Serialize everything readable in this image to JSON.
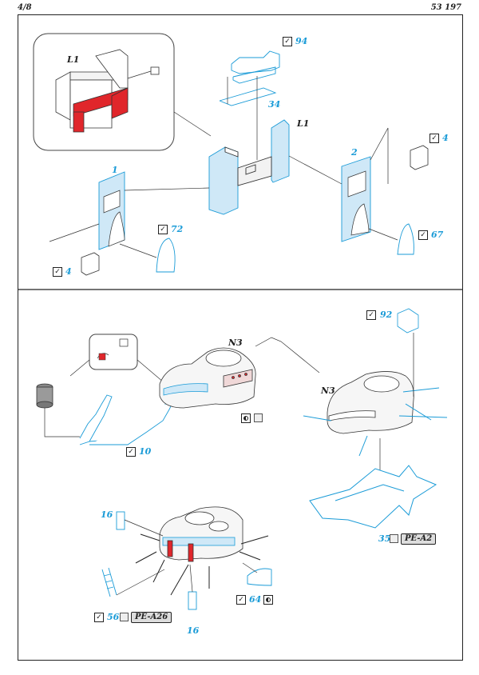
{
  "header": {
    "page": "4/8",
    "kit": "53 197"
  },
  "section1": {
    "inset_label": "L1",
    "main_label": "L1",
    "parts": {
      "p94": "94",
      "p34": "34",
      "p4a": "4",
      "p1": "1",
      "p2": "2",
      "p72": "72",
      "p4b": "4",
      "p67": "67"
    }
  },
  "section2": {
    "n3_a": "N3",
    "n3_b": "N3",
    "parts": {
      "p92": "92",
      "p10": "10",
      "p35": "35",
      "p16a": "16",
      "p16b": "16",
      "p64": "64",
      "p56": "56"
    },
    "pe_a2": "PE-A2",
    "pe_a26": "PE-A26"
  },
  "colors": {
    "accent_blue": "#1a9bd7",
    "light_blue_fill": "#cfe8f7",
    "red": "#e0262b"
  }
}
